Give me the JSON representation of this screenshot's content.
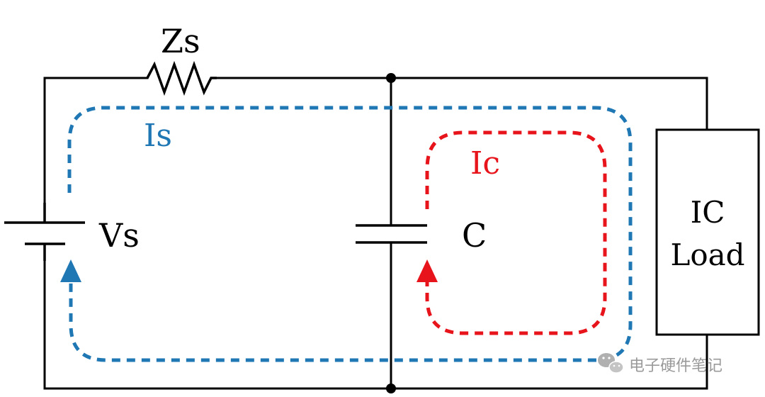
{
  "labels": {
    "source_impedance": "Zs",
    "source_voltage": "Vs",
    "source_current": "Is",
    "capacitor": "C",
    "capacitor_current": "Ic",
    "load_line1": "IC",
    "load_line2": "Load"
  },
  "watermark": {
    "text": "电子硬件笔记",
    "icon": "wechat-icon"
  },
  "colors": {
    "wire": "#000000",
    "source_loop": "#1f77b4",
    "cap_loop": "#e8141b",
    "watermark": "#9a9a9a"
  }
}
